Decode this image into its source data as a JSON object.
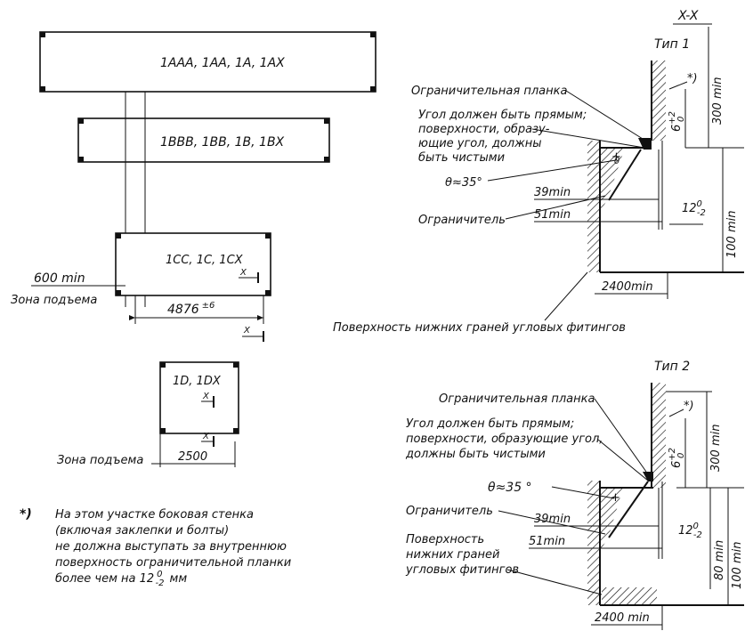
{
  "left": {
    "box1_label": "1AAA, 1AA, 1A, 1AX",
    "box2_label": "1BBB, 1BB, 1B, 1BX",
    "box3_label": "1CC, 1C, 1CX",
    "box4_label": "1D, 1DX",
    "x_marker": "X",
    "dim_600": "600 min",
    "lifting_zone_1": "Зона подъема",
    "dim_4876": "4876",
    "dim_4876_tol": "±6",
    "lifting_zone_2": "Зона подъема",
    "dim_2500": "2500"
  },
  "footnote": {
    "mark": "*)",
    "line1": "На этом участке боковая стенка",
    "line2": "(включая заклепки и болты)",
    "line3": "не должна выступать за внутреннюю",
    "line4": "поверхность ограничительной планки",
    "line5": "более чем на 12",
    "line5_tol_upper": "0",
    "line5_tol_lower": "-2",
    "line5_unit": "мм"
  },
  "section_x": {
    "title": "X-X",
    "type1": {
      "title": "Тип 1",
      "guide_plate": "Ограничительная планка",
      "angle_line1": "Угол должен быть прямым;",
      "angle_line2": "поверхности, образу-",
      "angle_line3": "ющие угол, должны",
      "angle_line4": "быть чистыми",
      "theta": "θ≈35°",
      "theta_symbol": "θ",
      "limiter": "Ограничитель",
      "dim_39": "39min",
      "dim_51": "51min",
      "dim_12": "12",
      "dim_12_tol_upper": "0",
      "dim_12_tol_lower": "-2",
      "dim_6": "6",
      "dim_6_tol_upper": "+2",
      "dim_6_tol_lower": "0",
      "dim_300": "300 min",
      "dim_100": "100 min",
      "dim_2400": "2400min",
      "star": "*)",
      "bottom_surface": "Поверхность нижних граней угловых фитингов"
    },
    "type2": {
      "title": "Тип 2",
      "guide_plate": "Ограничительная планка",
      "angle_line1": "Угол должен быть прямым;",
      "angle_line2": "поверхности, образующие угол,",
      "angle_line3": "должны быть чистыми",
      "theta": "θ≈35 °",
      "limiter": "Ограничитель",
      "dim_39": "39min",
      "dim_51": "51min",
      "dim_12": "12",
      "dim_12_tol_upper": "0",
      "dim_12_tol_lower": "-2",
      "dim_6": "6",
      "dim_6_tol_upper": "+2",
      "dim_6_tol_lower": "0",
      "dim_300": "300 min",
      "dim_80": "80 min",
      "dim_100": "100 min",
      "dim_2400": "2400 min",
      "star": "*)",
      "surface_line1": "Поверхность",
      "surface_line2": "нижних граней",
      "surface_line3": "угловых фитингов"
    }
  }
}
